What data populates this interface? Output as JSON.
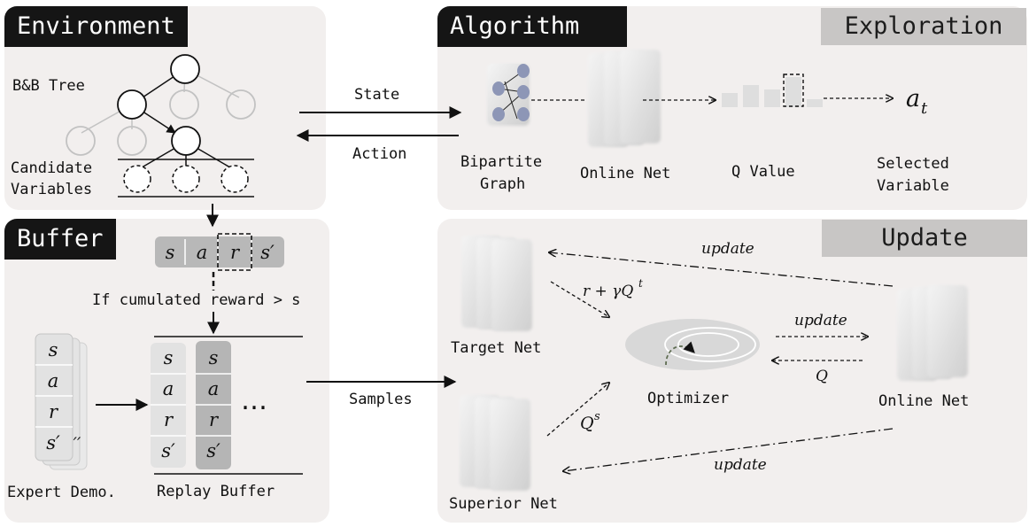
{
  "environment": {
    "title": "Environment",
    "tree_label": "B&B Tree",
    "candidates_label_1": "Candidate",
    "candidates_label_2": "Variables"
  },
  "buffer": {
    "title": "Buffer",
    "transition": [
      "s",
      "a",
      "r",
      "s′"
    ],
    "condition": "If cumulated reward > s",
    "expert_label": "Expert Demo.",
    "replay_label": "Replay Buffer",
    "column_cells": [
      "s",
      "a",
      "r",
      "s′"
    ],
    "ellipsis": "…",
    "stack_tail": "′′"
  },
  "algorithm": {
    "title": "Algorithm",
    "exploration_title": "Exploration",
    "bipartite_1": "Bipartite",
    "bipartite_2": "Graph",
    "online_net": "Online Net",
    "q_value": "Q Value",
    "action_symbol": "a",
    "action_sub": "t",
    "selected_1": "Selected",
    "selected_2": "Variable"
  },
  "update": {
    "title": "Update",
    "target_net": "Target Net",
    "superior_net": "Superior Net",
    "optimizer": "Optimizer",
    "online_net": "Online Net",
    "update_label": "update",
    "target_formula": "r + γQ",
    "target_sup": "t",
    "q_symbol": "Q",
    "qs_symbol": "Q",
    "qs_sup": "s"
  },
  "flows": {
    "state": "State",
    "action": "Action",
    "samples": "Samples"
  }
}
